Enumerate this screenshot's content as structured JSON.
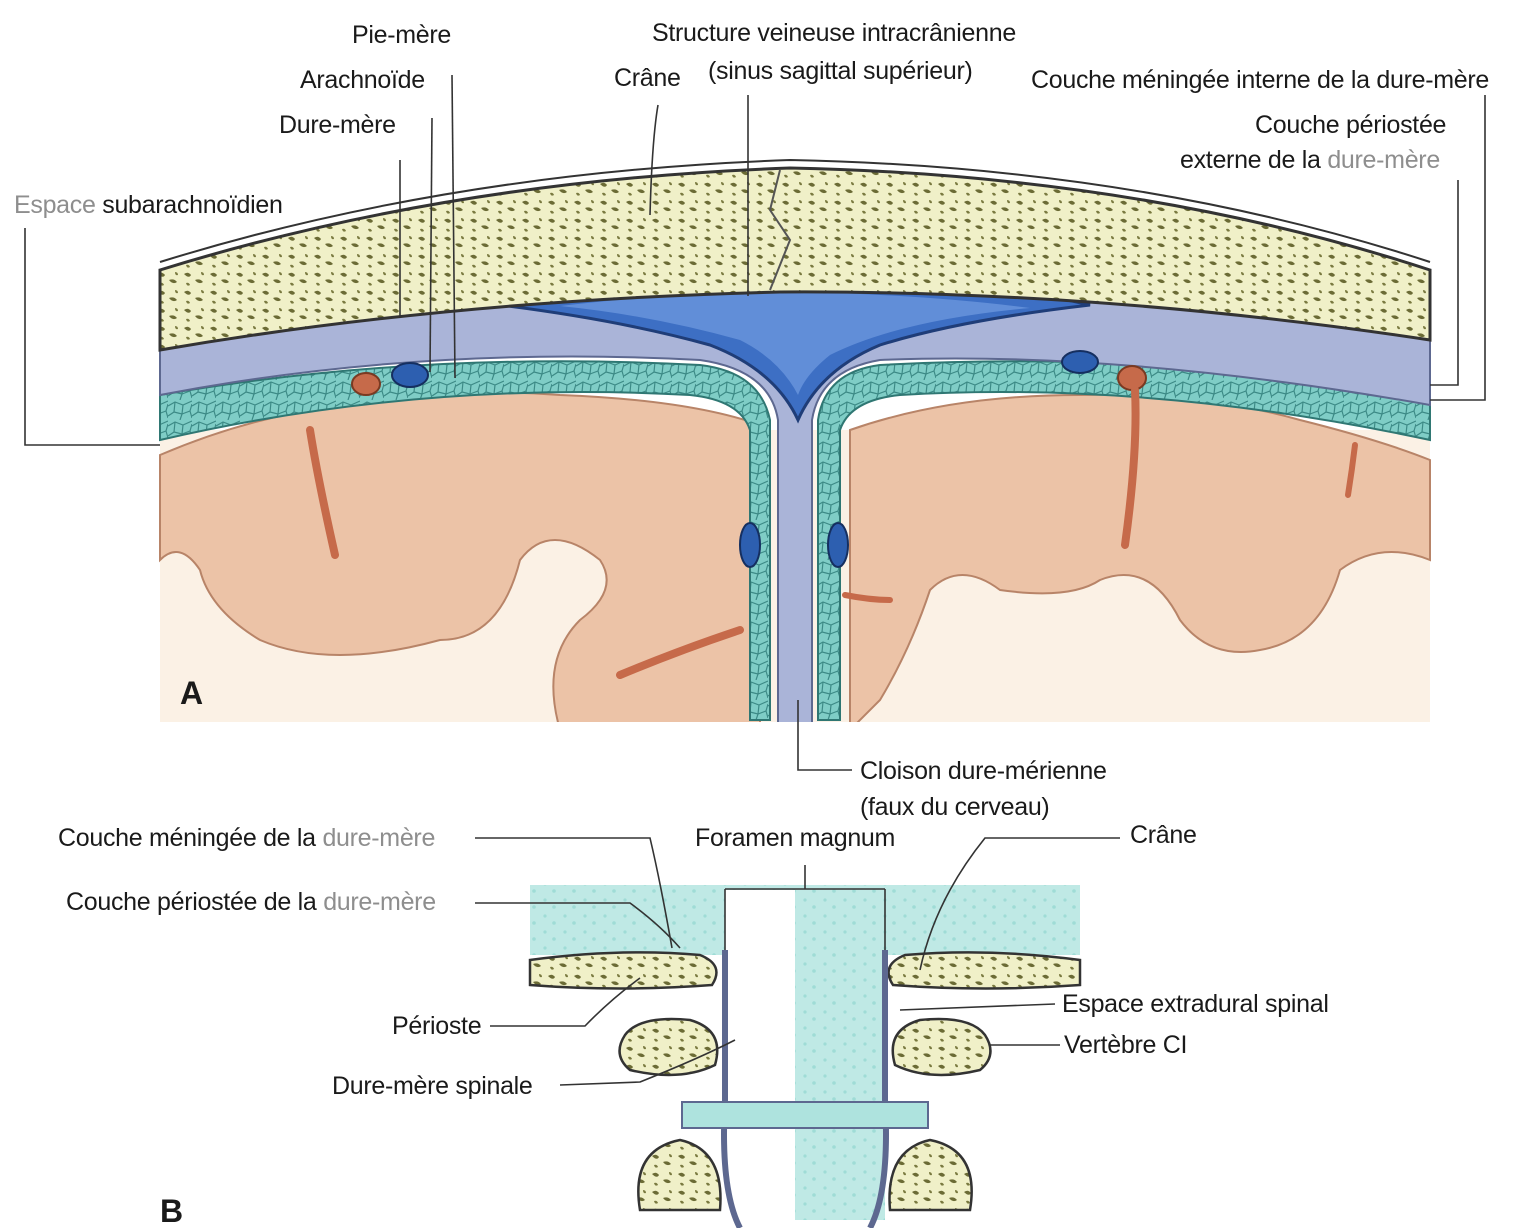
{
  "colors": {
    "bone_fill": "#f0f0c8",
    "bone_pattern": "#6b6b35",
    "dura": "#aab4d8",
    "venous_sinus": "#3d6fc4",
    "subarachnoid": "#7fcdc6",
    "brain": "#ecc3a7",
    "white_matter": "#fbf1e5",
    "csf_light": "#bfe9e5",
    "vessel_red": "#c66a4a",
    "leader": "#333333",
    "grey_text": "#8e8e8e"
  },
  "panel_a": {
    "letter": "A",
    "labels": {
      "pie_mere": "Pie-mère",
      "arachnoide": "Arachnoïde",
      "dure_mere": "Dure-mère",
      "espace_grey": "Espace",
      "espace_rest": "subarachnoïdien",
      "venous_line1": "Structure veineuse intracrânienne",
      "venous_line2": "(sinus sagittal supérieur)",
      "crane": "Crâne",
      "couche_meningee_interne": "Couche méningée interne de la dure-mère",
      "couche_periostee_line1": "Couche périostée",
      "couche_periostee_line2_prefix": "externe de la",
      "couche_periostee_line2_grey": "dure-mère",
      "cloison_line1": "Cloison dure-mérienne",
      "cloison_line2": "(faux du cerveau)"
    }
  },
  "panel_b": {
    "letter": "B",
    "labels": {
      "couche_meningee_prefix": "Couche méningée de la",
      "couche_meningee_grey": "dure-mère",
      "couche_periostee_prefix": "Couche périostée de la",
      "couche_periostee_grey": "dure-mère",
      "foramen_magnum": "Foramen magnum",
      "crane": "Crâne",
      "perioste": "Périoste",
      "dure_mere_spinale": "Dure-mère spinale",
      "espace_extradural": "Espace extradural spinal",
      "vertebre": "Vertèbre CI"
    }
  }
}
